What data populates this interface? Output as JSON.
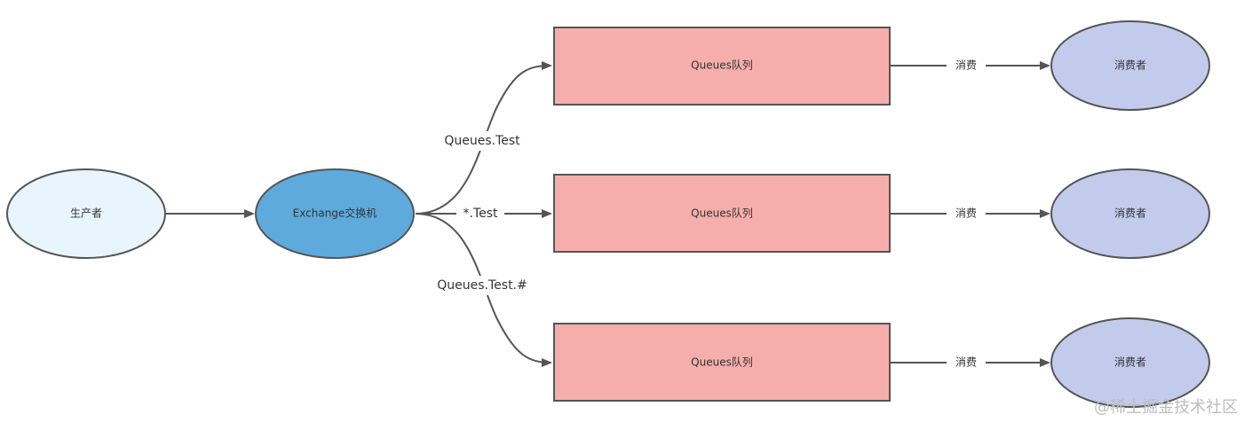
{
  "nodes": {
    "producer": {
      "label": "生产者",
      "fill": "#e8f5fc"
    },
    "exchange": {
      "label": "Exchange交换机",
      "fill": "#5eaadd"
    },
    "queues": [
      {
        "label": "Queues队列",
        "fill": "#f5aeab"
      },
      {
        "label": "Queues队列",
        "fill": "#f5aeab"
      },
      {
        "label": "Queues队列",
        "fill": "#f5aeab"
      }
    ],
    "consumers": [
      {
        "label": "消费者",
        "fill": "#c3cbec"
      },
      {
        "label": "消费者",
        "fill": "#c3cbec"
      },
      {
        "label": "消费者",
        "fill": "#c3cbec"
      }
    ]
  },
  "edges": {
    "routing": [
      {
        "label": "Queues.Test"
      },
      {
        "label": "*.Test"
      },
      {
        "label": "Queues.Test.#"
      }
    ],
    "consume": [
      {
        "label": "消费"
      },
      {
        "label": "消费"
      },
      {
        "label": "消费"
      }
    ]
  },
  "colors": {
    "stroke": "#555555",
    "edge": "#555555"
  },
  "watermark": "@稀土掘金技术社区"
}
